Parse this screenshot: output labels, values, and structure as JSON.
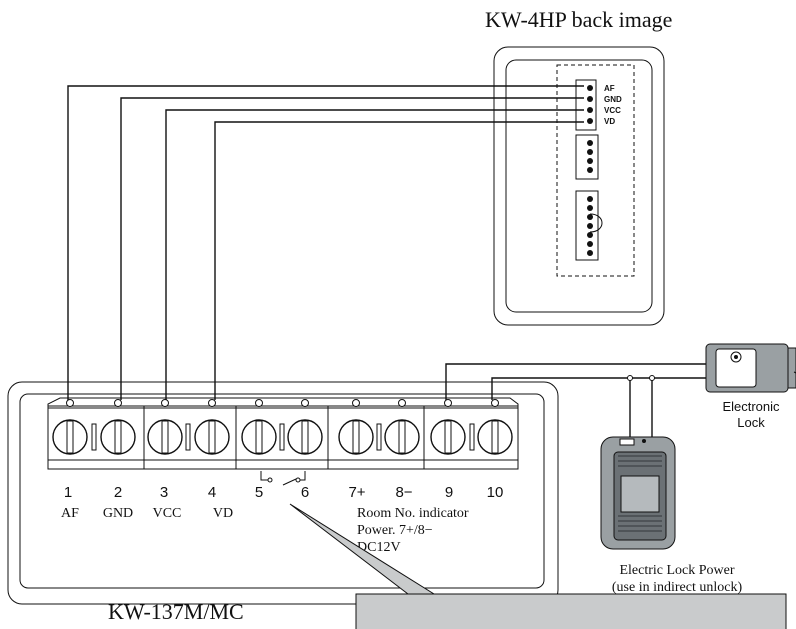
{
  "title_kw4hp": "KW-4HP back image",
  "title_kw137": "KW-137M/MC",
  "connector_labels": [
    "AF",
    "GND",
    "VCC",
    "VD"
  ],
  "terminals": [
    {
      "num": "1",
      "label": "AF"
    },
    {
      "num": "2",
      "label": "GND"
    },
    {
      "num": "3",
      "label": "VCC"
    },
    {
      "num": "4",
      "label": "VD"
    },
    {
      "num": "5",
      "label": ""
    },
    {
      "num": "6",
      "label": ""
    },
    {
      "num": "7+",
      "label": ""
    },
    {
      "num": "8−",
      "label": ""
    },
    {
      "num": "9",
      "label": ""
    },
    {
      "num": "10",
      "label": ""
    }
  ],
  "room_note": {
    "line1": "Room No. indicator",
    "line2": "Power. 7+/8−",
    "line3": "DC12V"
  },
  "electronic_lock": {
    "line1": "Electronic",
    "line2": "Lock"
  },
  "lock_power": {
    "line1": "Electric Lock Power",
    "line2": "(use in indirect unlock)"
  },
  "colors": {
    "line": "#111111",
    "body": "#9aa0a3",
    "body_dark": "#6b7175",
    "callout": "#c9cbcc"
  }
}
